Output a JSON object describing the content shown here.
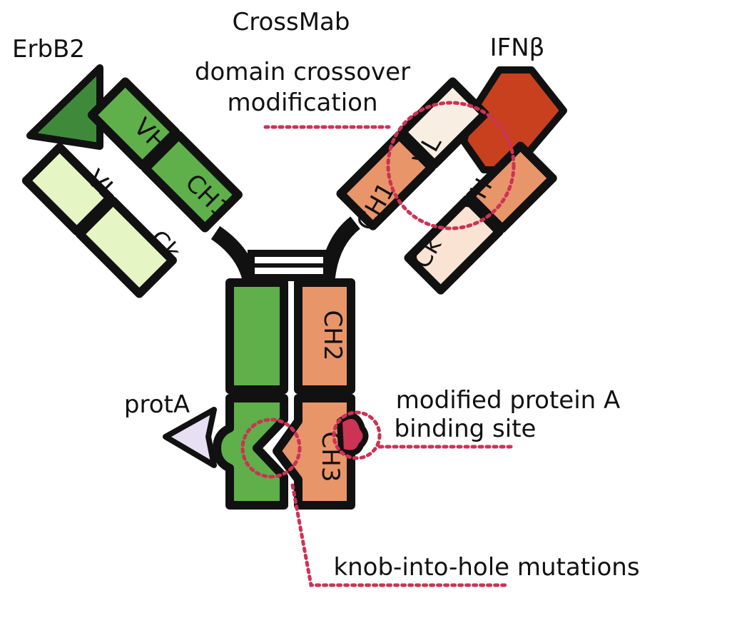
{
  "title": "CrossMab",
  "labels": {
    "erbb2": "ErbB2",
    "ifnb": "IFNβ",
    "crossover": [
      "domain crossover",
      "modification"
    ],
    "prota": "protA",
    "modified_site": [
      "modified protein A",
      "binding site"
    ],
    "knob": "knob-into-hole mutations"
  },
  "domains": {
    "left_vh": "VH",
    "left_ch1": "CH1",
    "left_vl": "VL",
    "left_ck": "Ck",
    "right_vl": "VL",
    "right_ch1": "CH1",
    "right_vh": "VH",
    "right_ck": "Ck",
    "ch2": "CH2",
    "ch3": "CH3"
  },
  "colors": {
    "green_dark": "#3e8a3a",
    "green": "#5fb04a",
    "green_light": "#e6f5c4",
    "orange": "#e8956a",
    "orange_light": "#fbe3d4",
    "cream": "#f8efe2",
    "red": "#c8401e",
    "prota": "#e6e0f2",
    "pink": "#cc3355"
  }
}
